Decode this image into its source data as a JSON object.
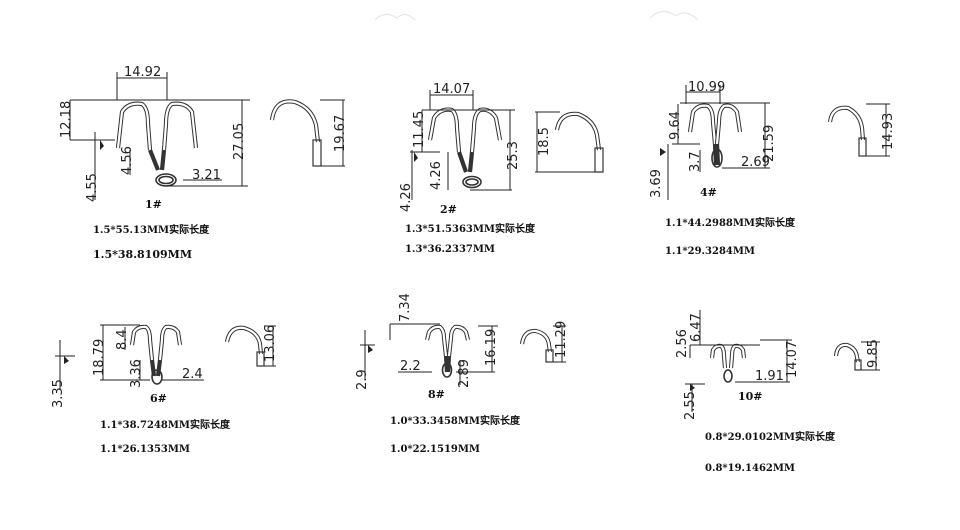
{
  "panels": [
    {
      "label": "1#",
      "dims": {
        "top_width": "14.92",
        "left_top": "12.18",
        "eye_len": "4.56",
        "shank_gap": "4.55",
        "eye_width": "3.21",
        "height": "27.05",
        "single_hook": "19.67"
      },
      "spec_real": "1.5*55.13MM实际长度",
      "spec": "1.5*38.8109MM"
    },
    {
      "label": "2#",
      "dims": {
        "top_width": "14.07",
        "left_top": "11.45",
        "eye_len": "4.26",
        "shank_gap": "4.26",
        "height": "25.3",
        "single_hook": "18.5"
      },
      "spec_real": "1.3*51.5363MM实际长度",
      "spec": "1.3*36.2337MM"
    },
    {
      "label": "4#",
      "dims": {
        "top_width": "10.99",
        "left_top": "9.64",
        "eye_len": "3.7",
        "shank_gap": "3.69",
        "eye_width": "2.69",
        "height": "21.59",
        "single_hook": "14.93"
      },
      "spec_real": "1.1*44.2988MM实际长度",
      "spec": "1.1*29.3284MM"
    },
    {
      "label": "6#",
      "dims": {
        "height": "18.79",
        "left_top": "8.4",
        "eye_len": "3.36",
        "shank_gap": "3.35",
        "eye_width": "2.4",
        "single_hook": "13.06"
      },
      "spec_real": "1.1*38.7248MM实际长度",
      "spec": "1.1*26.1353MM"
    },
    {
      "label": "8#",
      "dims": {
        "top_len": "7.34",
        "shank_gap": "2.9",
        "eye_width": "2.2",
        "eye_len": "2.89",
        "height": "16.19",
        "single_hook": "11.29"
      },
      "spec_real": "1.0*33.3458MM实际长度",
      "spec": "1.0*22.1519MM"
    },
    {
      "label": "10#",
      "dims": {
        "left_top": "2.56",
        "top_len": "6.47",
        "shank_gap": "2.55",
        "eye_width": "1.91",
        "height": "14.07",
        "single_hook": "9.85"
      },
      "spec_real": "0.8*29.0102MM实际长度",
      "spec": "0.8*19.1462MM"
    }
  ]
}
